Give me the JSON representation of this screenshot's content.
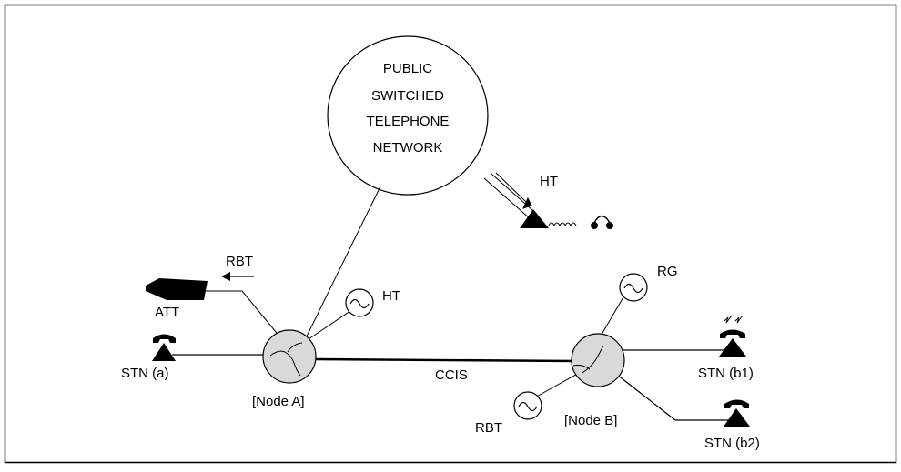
{
  "network": {
    "lines": [
      "PUBLIC",
      "SWITCHED",
      "TELEPHONE",
      "NETWORK"
    ]
  },
  "labels": {
    "ht_network": "HT",
    "rbt_att": "RBT",
    "att": "ATT",
    "ht_node_a": "HT",
    "stn_a": "STN (a)",
    "node_a": "[Node A]",
    "ccis": "CCIS",
    "rg": "RG",
    "stn_b1": "STN (b1)",
    "rbt_node_b": "RBT",
    "node_b": "[Node B]",
    "stn_b2": "STN (b2)"
  },
  "colors": {
    "node_fill": "#d9d9d9",
    "stroke": "#000000"
  }
}
